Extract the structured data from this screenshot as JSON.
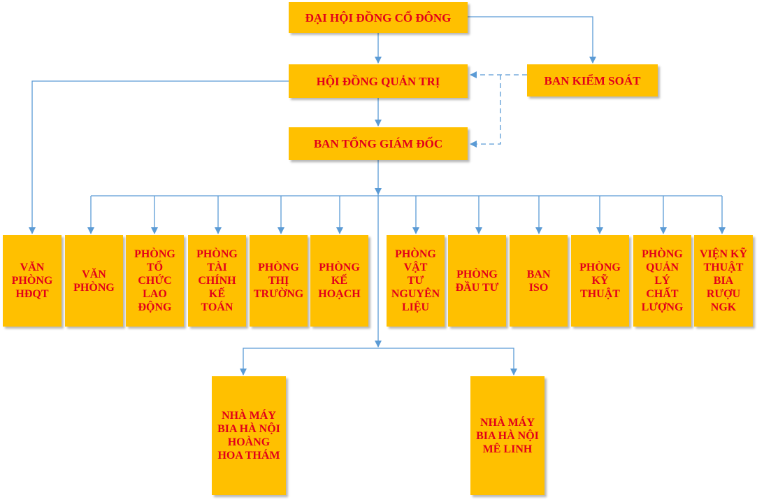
{
  "colors": {
    "box_fill": "#FFC000",
    "text": "#E2001A",
    "connector": "#5B9BD5"
  },
  "top": {
    "shareholders": "ĐẠI HỘI ĐỒNG CỔ ĐÔNG",
    "board": "HỘI ĐỒNG QUẢN TRỊ",
    "supervisory": "BAN KIỂM SOÁT",
    "management": "BAN TỔNG GIÁM ĐỐC"
  },
  "departments": [
    "VĂN\nPHÒNG\nHĐQT",
    "VĂN\nPHÒNG",
    "PHÒNG\nTỔ\nCHỨC\nLAO\nĐỘNG",
    "PHÒNG\nTÀI\nCHÍNH\nKẾ\nTOÁN",
    "PHÒNG\nTHỊ\nTRƯỜNG",
    "PHÒNG\nKẾ\nHOẠCH",
    "PHÒNG\nVẬT\nTƯ\nNGUYÊN\nLIỆU",
    "PHÒNG\nĐẦU TƯ",
    "BAN\nISO",
    "PHÒNG\nKỸ\nTHUẬT",
    "PHÒNG\nQUẢN\nLÝ\nCHẤT\nLƯỢNG",
    "VIỆN KỸ\nTHUẬT\nBIA\nRƯỢU\nNGK"
  ],
  "factories": [
    "NHÀ MÁY\nBIA HÀ NỘI\nHOÀNG\nHOA THÁM",
    "NHÀ MÁY\nBIA HÀ NỘI\nMÊ LINH"
  ]
}
